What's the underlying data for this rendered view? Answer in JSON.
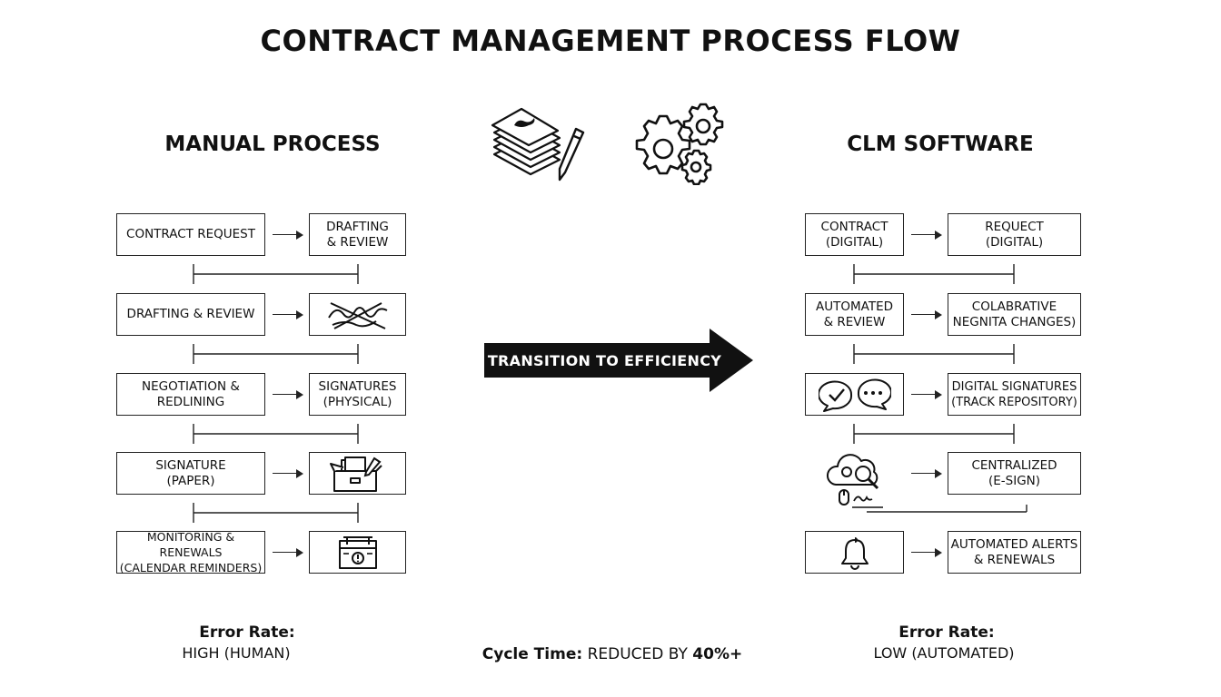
{
  "title": "CONTRACT MANAGEMENT PROCESS FLOW",
  "manual": {
    "heading": "MANUAL PROCESS",
    "rows": [
      {
        "left": "CONTRACT REQUEST",
        "right": "DRAFTING\n& REVIEW"
      },
      {
        "left": "DRAFTING & REVIEW",
        "right_icon": "scribble-crossed-out-icon"
      },
      {
        "left": "NEGOTIATION &\nREDLINING",
        "right": "SIGNATURES\n(PHYSICAL)"
      },
      {
        "left": "SIGNATURE\n(PAPER)",
        "right_icon": "filing-box-icon"
      },
      {
        "left": "MONITORING & RENEWALS\n(CALENDAR REMINDERS)",
        "right_icon": "calendar-alert-icon"
      }
    ],
    "error_label": "Error Rate:",
    "error_value": "HIGH (HUMAN)"
  },
  "clm": {
    "heading": "CLM SOFTWARE",
    "rows": [
      {
        "left": "CONTRACT\n(DIGITAL)",
        "right": "REQUECT\n(DIGITAL)"
      },
      {
        "left": "AUTOMATED\n& REVIEW",
        "right": "COLABRATIVE\nNEGNITA CHANGES)"
      },
      {
        "left_icon": "chat-bubbles-icon",
        "right": "DIGITAL SIGNATURES\n(TRACK REPOSITORY)"
      },
      {
        "left_icon": "cloud-search-sign-icon",
        "right": "CENTRALIZED\n(E-SIGN)"
      },
      {
        "left_icon": "bell-icon",
        "right": "AUTOMATED ALERTS\n& RENEWALS"
      }
    ],
    "error_label": "Error Rate:",
    "error_value": "LOW (AUTOMATED)"
  },
  "transition_label": "TRANSITION TO EFFICIENCY",
  "cycle": {
    "label": "Cycle Time:",
    "value_prefix": "REDUCED BY",
    "value_number": "40%+"
  },
  "header_icons": [
    "paper-stack-pen-icon",
    "gears-icon"
  ],
  "colors": {
    "ink": "#111111",
    "background": "#ffffff"
  }
}
